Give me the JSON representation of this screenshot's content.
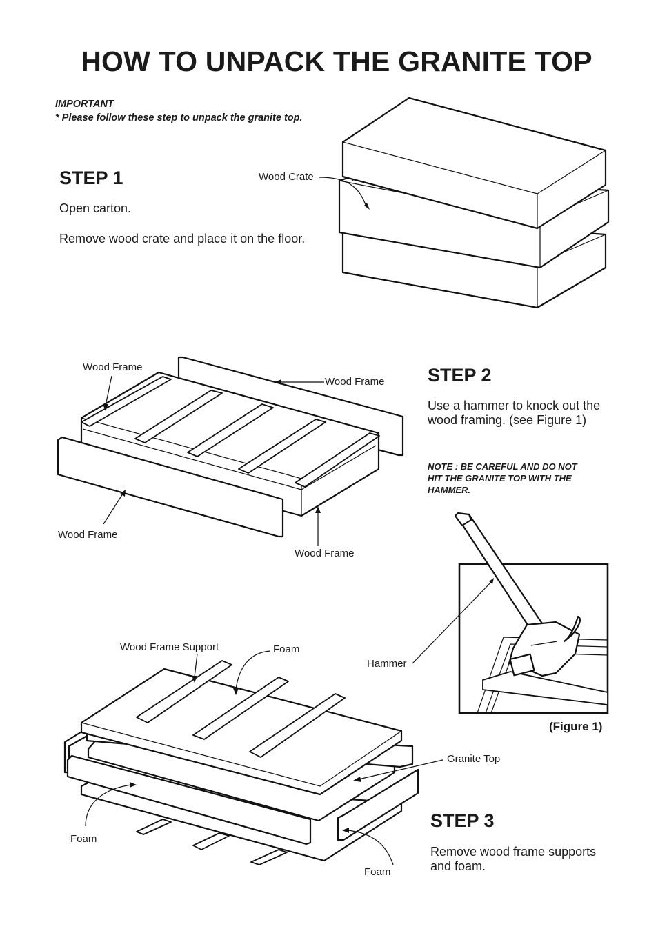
{
  "title": "HOW TO UNPACK THE GRANITE TOP",
  "important": {
    "label": "IMPORTANT",
    "note": "* Please follow these step to unpack the granite top."
  },
  "step1": {
    "heading": "STEP 1",
    "line1": "Open carton.",
    "line2": "Remove wood crate and place it on the floor.",
    "callout_wood_crate": "Wood Crate"
  },
  "step2": {
    "heading": "STEP 2",
    "line1": "Use a hammer to knock out the",
    "line2": "wood framing. (see Figure 1)",
    "note_line1": "NOTE : BE CAREFUL AND DO NOT",
    "note_line2": "HIT THE GRANITE TOP WITH THE",
    "note_line3": "HAMMER.",
    "callout_left_top": "Wood Frame",
    "callout_right_top": "Wood Frame",
    "callout_left_bottom": "Wood Frame",
    "callout_right_bottom": "Wood Frame",
    "callout_hammer": "Hammer",
    "figure_caption": "(Figure 1)"
  },
  "step3": {
    "heading": "STEP 3",
    "line1": "Remove wood frame supports",
    "line2": "and foam.",
    "callout_support": "Wood Frame Support",
    "callout_foam_top": "Foam",
    "callout_granite": "Granite Top",
    "callout_foam_left": "Foam",
    "callout_foam_bottom": "Foam"
  }
}
